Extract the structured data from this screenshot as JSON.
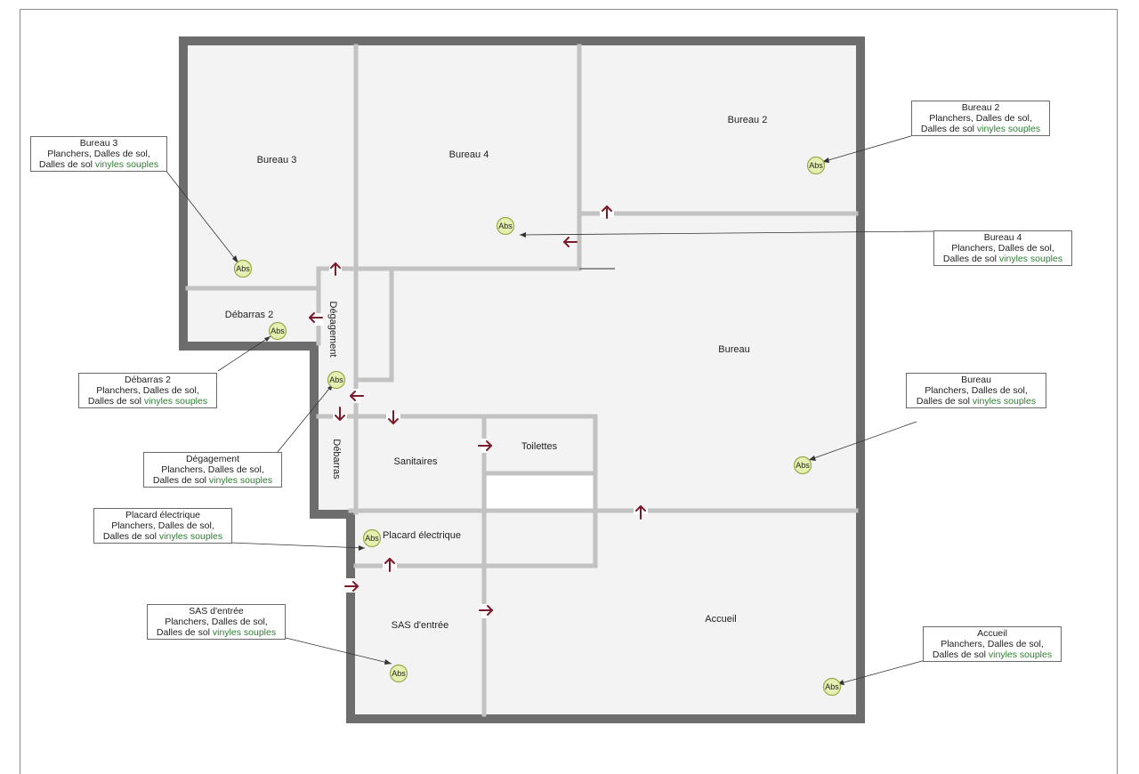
{
  "rooms": {
    "bureau3": "Bureau 3",
    "bureau4": "Bureau 4",
    "bureau2": "Bureau 2",
    "debarras2": "Débarras 2",
    "degagement": "Dégagement",
    "bureau": "Bureau",
    "debarras": "Débarras",
    "sanitaires": "Sanitaires",
    "toilettes": "Toilettes",
    "placard": "Placard électrique",
    "sas": "SAS d'entrée",
    "accueil": "Accueil"
  },
  "marker_label": "Abs",
  "callouts": {
    "bureau3": {
      "title": "Bureau 3",
      "line2": "Planchers, Dalles de sol,",
      "line3a": "Dalles de sol ",
      "line3b": "vinyles souples"
    },
    "bureau2": {
      "title": "Bureau 2",
      "line2": "Planchers, Dalles de sol,",
      "line3a": "Dalles de sol ",
      "line3b": "vinyles souples"
    },
    "bureau4": {
      "title": "Bureau 4",
      "line2": "Planchers, Dalles de sol,",
      "line3a": "Dalles de sol ",
      "line3b": "vinyles souples"
    },
    "debarras2": {
      "title": "Débarras 2",
      "line2": "Planchers, Dalles de sol,",
      "line3a": "Dalles de sol ",
      "line3b": "vinyles souples"
    },
    "bureau": {
      "title": "Bureau",
      "line2": "Planchers, Dalles de sol,",
      "line3a": "Dalles de sol ",
      "line3b": "vinyles souples"
    },
    "degagement": {
      "title": "Dégagement",
      "line2": "Planchers, Dalles de sol,",
      "line3a": "Dalles de sol ",
      "line3b": "vinyles souples"
    },
    "placard": {
      "title": "Placard électrique",
      "line2": "Planchers, Dalles de sol,",
      "line3a": "Dalles de sol ",
      "line3b": "vinyles souples"
    },
    "sas": {
      "title": "SAS d'entrée",
      "line2": "Planchers, Dalles de sol,",
      "line3a": "Dalles de sol ",
      "line3b": "vinyles souples"
    },
    "accueil": {
      "title": "Accueil",
      "line2": "Planchers, Dalles de sol,",
      "line3a": "Dalles de sol ",
      "line3b": "vinyles souples"
    }
  },
  "colors": {
    "outer_wall": "#6d6d6d",
    "inner_wall": "#c2c2c2",
    "floor": "#f3f3f3",
    "arrow": "#7a1a2a",
    "marker_fill": "#e4f0b0",
    "marker_stroke": "#9aa84a",
    "highlight_text": "#2e7d32"
  }
}
